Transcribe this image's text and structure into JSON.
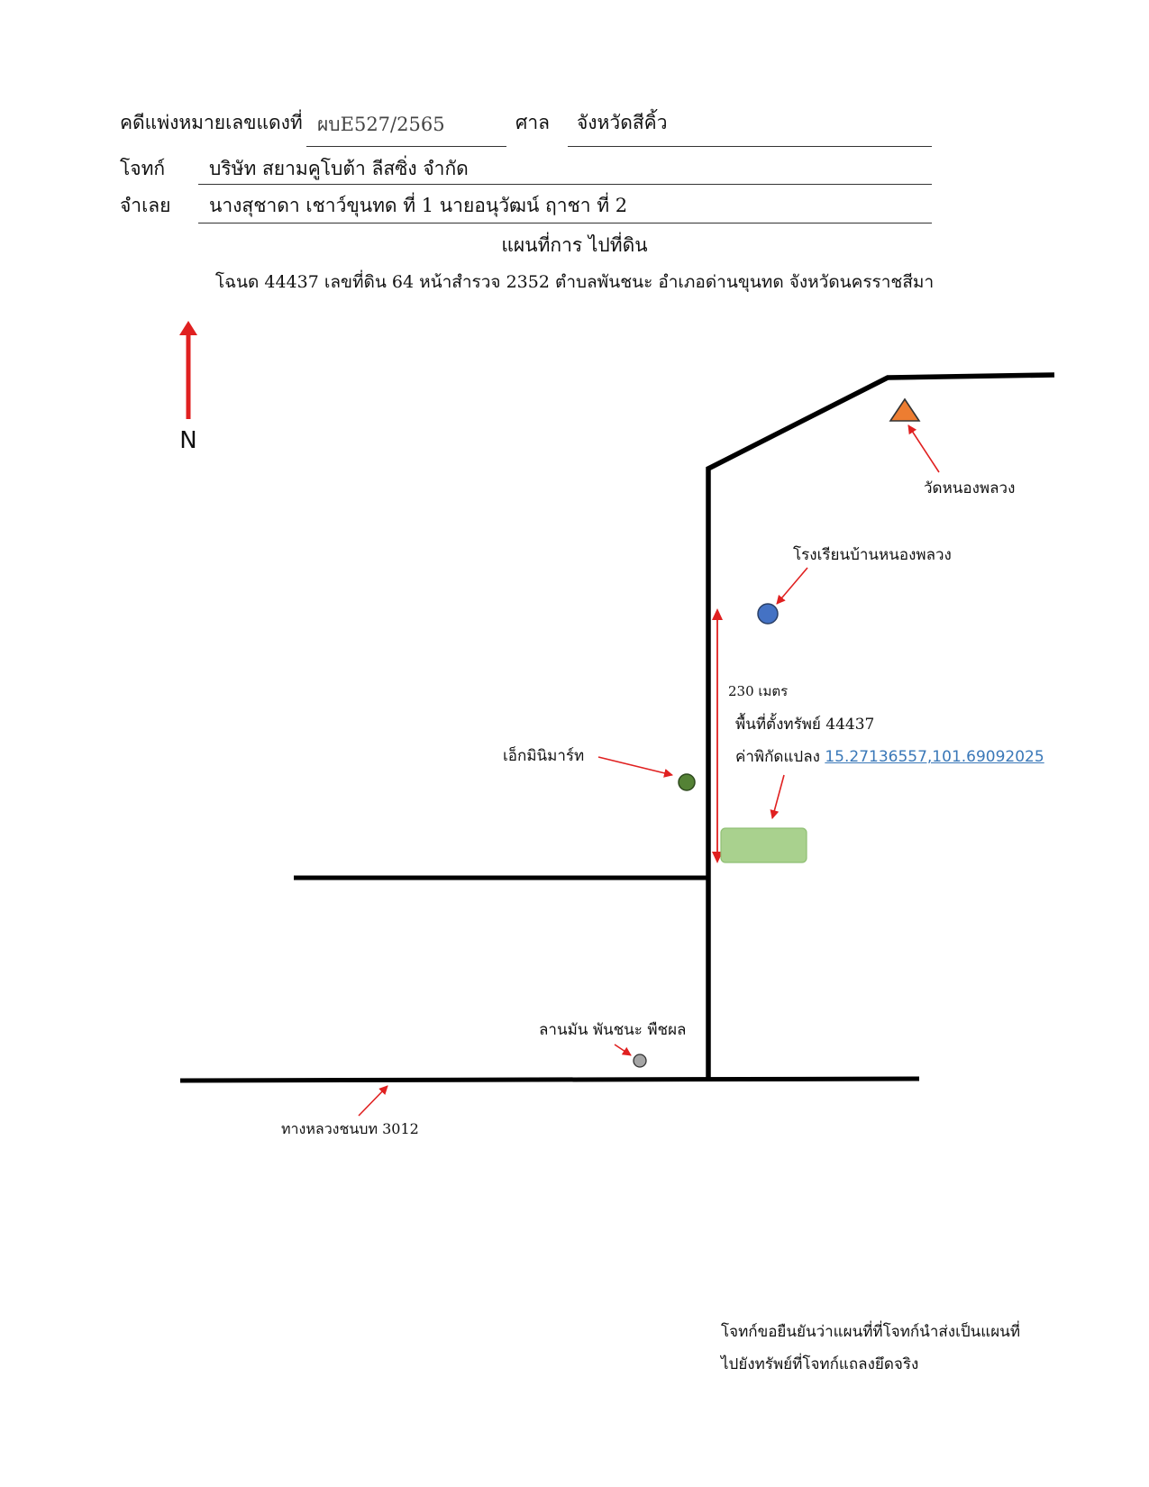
{
  "header": {
    "case_label": "คดีแพ่งหมายเลขแดงที่",
    "case_number": "ผบE527/2565",
    "court_label": "ศาล",
    "court_name": "จังหวัดสีคิ้ว",
    "plaintiff_label": "โจทก์",
    "plaintiff_name": "บริษัท สยามคูโบต้า ลีสซิ่ง จำกัด",
    "defendant_label": "จำเลย",
    "defendant_name": "นางสุชาดา เชาว์ขุนทด ที่ 1 นายอนุวัฒน์ ฤาชา ที่ 2"
  },
  "map": {
    "title": "แผนที่การ ไปที่ดิน",
    "subtitle": "โฉนด 44437 เลขที่ดิน 64 หน้าสำรวจ 2352 ตำบลพันชนะ อำเภอด่านขุนทด จังหวัดนครราชสีมา",
    "north_label": "N",
    "labels": {
      "temple": "วัดหนองพลวง",
      "school": "โรงเรียนบ้านหนองพลวง",
      "distance": "230 เมตร",
      "property": "พื้นที่ตั้งทรัพย์ 44437",
      "coord_label": "ค่าพิกัดแปลง",
      "coord_value": "15.27136557,101.69092025",
      "minimart": "เอ็กมินิมาร์ท",
      "cassava_yard": "ลานมัน พันชนะ พืชผล",
      "highway": "ทางหลวงชนบท 3012"
    },
    "colors": {
      "road": "#000000",
      "arrow": "#e02020",
      "temple_marker": "#ed7d31",
      "school_marker": "#4472c4",
      "minimart_marker": "#548235",
      "yard_marker": "#a5a5a5",
      "property_fill": "#a9d18e"
    }
  },
  "footer": {
    "line1": "โจทก์ขอยืนยันว่าแผนที่ที่โจทก์นำส่งเป็นแผนที่",
    "line2": "ไปยังทรัพย์ที่โจทก์แถลงยึดจริง"
  }
}
